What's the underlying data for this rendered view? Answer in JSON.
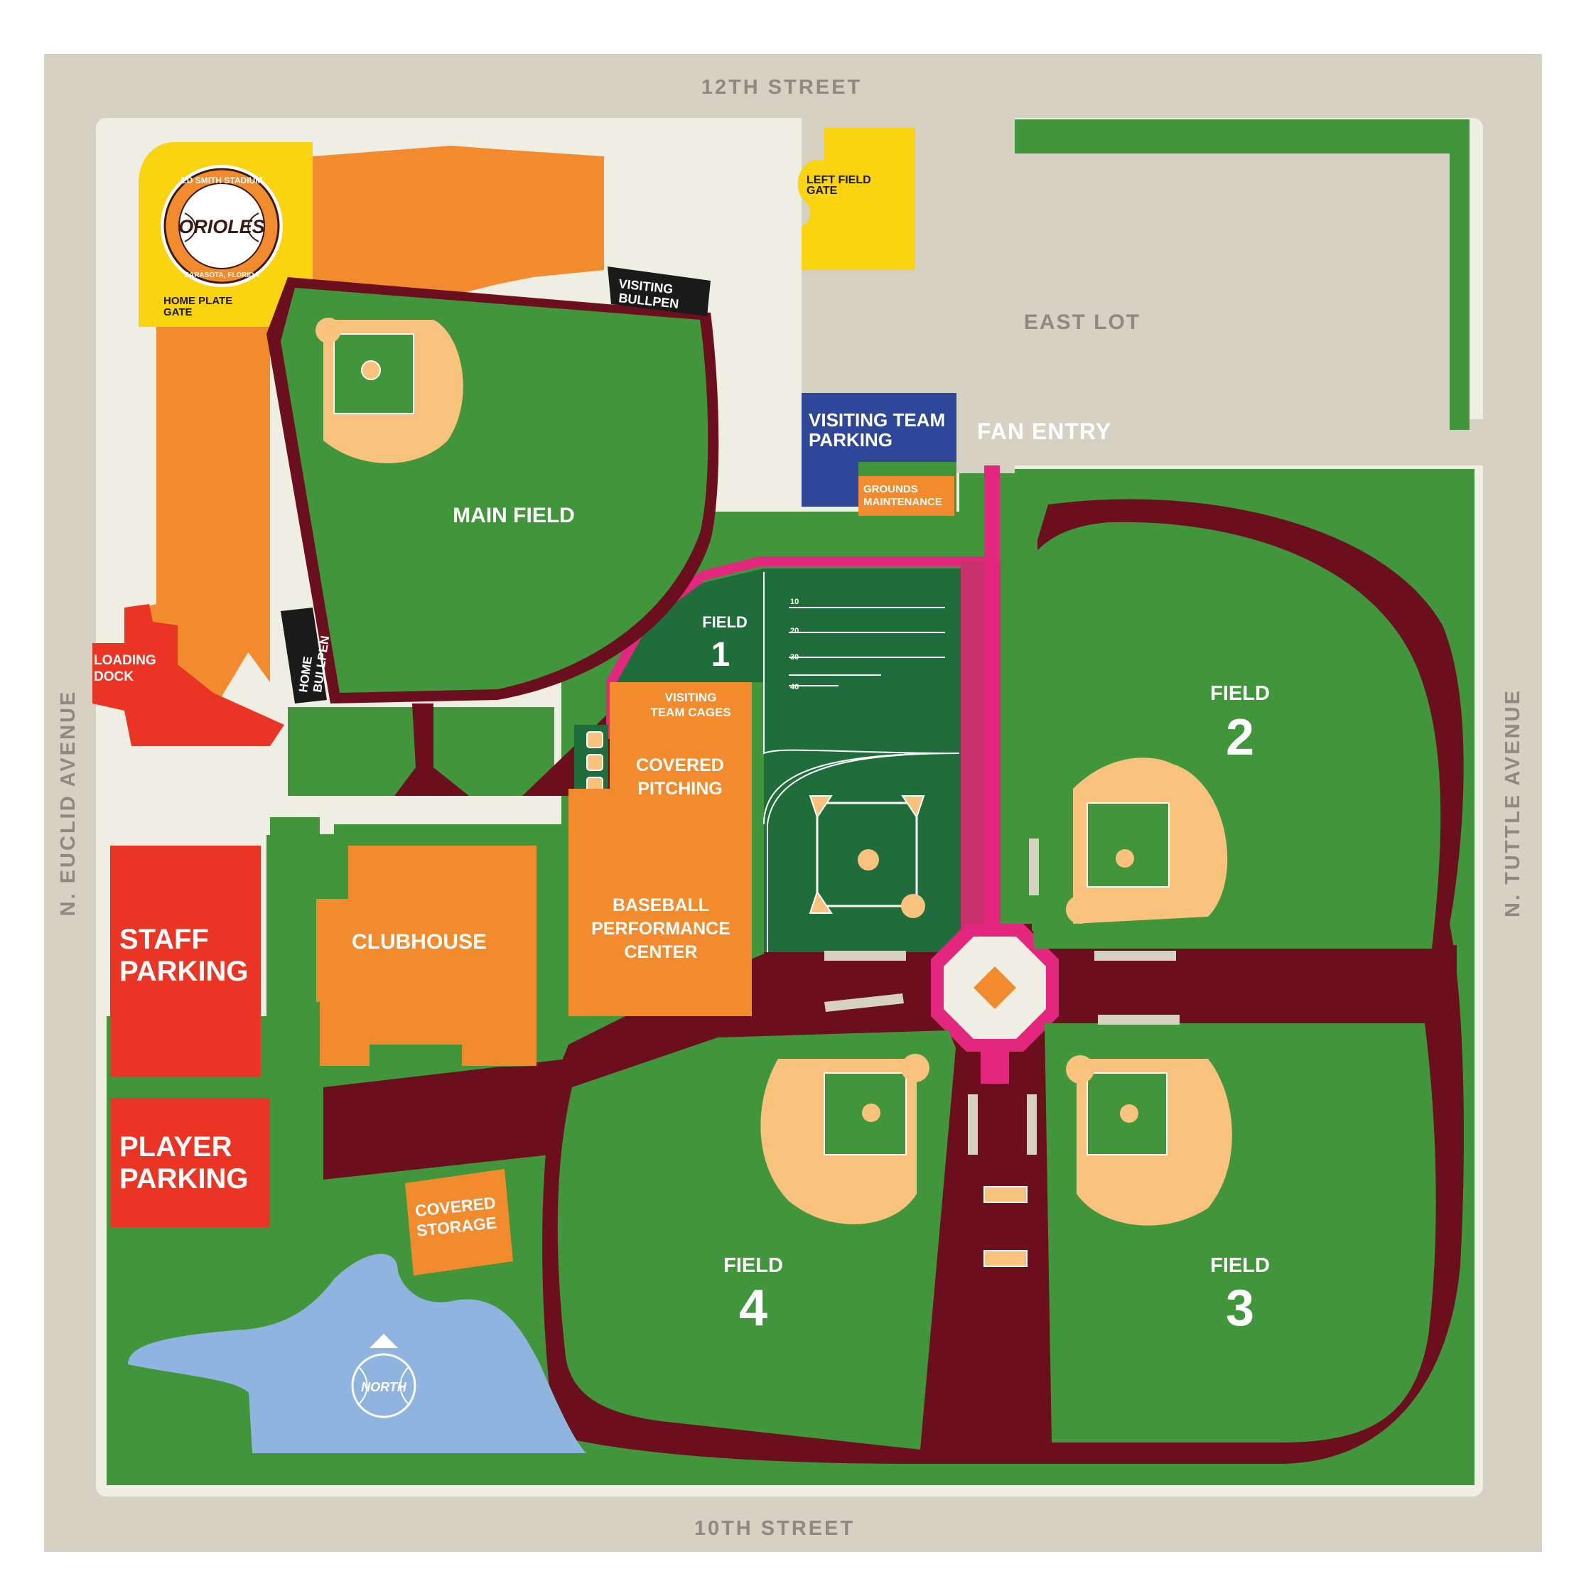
{
  "streets": {
    "north": "12TH STREET",
    "south": "10TH STREET",
    "west": "N. EUCLID AVENUE",
    "east": "N. TUTTLE AVENUE"
  },
  "logo": {
    "ring_text_top": "ED SMITH STADIUM",
    "ring_text_bottom": "SARASOTA, FLORIDA",
    "wordmark": "ORIOLES"
  },
  "labels": {
    "home_plate_gate_1": "HOME PLATE",
    "home_plate_gate_2": "GATE",
    "left_field_gate_1": "LEFT FIELD",
    "left_field_gate_2": "GATE",
    "visiting_bullpen_1": "VISITING",
    "visiting_bullpen_2": "BULLPEN",
    "home_bullpen_1": "HOME",
    "home_bullpen_2": "BULLPEN",
    "east_lot": "EAST LOT",
    "visiting_team_parking_1": "VISITING TEAM",
    "visiting_team_parking_2": "PARKING",
    "fan_entry": "FAN ENTRY",
    "grounds_maintenance_1": "GROUNDS",
    "grounds_maintenance_2": "MAINTENANCE",
    "main_field": "MAIN FIELD",
    "field_word": "FIELD",
    "field_1_num": "1",
    "field_2_num": "2",
    "field_3_num": "3",
    "field_4_num": "4",
    "loading_dock_1": "LOADING",
    "loading_dock_2": "DOCK",
    "visiting_team_cages_1": "VISITING",
    "visiting_team_cages_2": "TEAM CAGES",
    "covered_pitching_1": "COVERED",
    "covered_pitching_2": "PITCHING",
    "baseball_performance_center_1": "BASEBALL",
    "baseball_performance_center_2": "PERFORMANCE",
    "baseball_performance_center_3": "CENTER",
    "clubhouse": "CLUBHOUSE",
    "staff_parking_1": "STAFF",
    "staff_parking_2": "PARKING",
    "player_parking_1": "PLAYER",
    "player_parking_2": "PARKING",
    "covered_storage_1": "COVERED",
    "covered_storage_2": "STORAGE",
    "north": "NORTH",
    "yard_10": "10",
    "yard_20": "20",
    "yard_30": "30",
    "yard_40": "40"
  },
  "colors": {
    "street": "#d5d1c3",
    "sidewalk": "#efeee3",
    "grass": "#41953a",
    "dark_grass": "#1e6d3a",
    "track": "#6b0f1e",
    "infield": "#f9c27d",
    "orange": "#f28a2e",
    "yellow": "#fad410",
    "red": "#ea3424",
    "blue": "#2e4799",
    "pink": "#e3277f",
    "water": "#8fb4df"
  }
}
